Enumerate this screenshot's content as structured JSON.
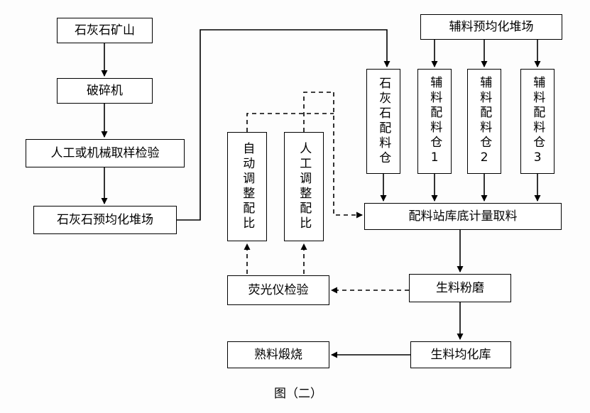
{
  "diagram": {
    "caption": "图（二）",
    "colors": {
      "line": "#000000",
      "box_border": "#000000",
      "background": "#ffffff"
    },
    "nodes": {
      "limestone_mine": "石灰石矿山",
      "crusher": "破碎机",
      "sampling_inspection": "人工或机械取样检验",
      "limestone_preblending_yard": "石灰石预均化堆场",
      "auxiliary_preblending_yard": "辅料预均化堆场",
      "limestone_batching_silo": "石灰石配料仓",
      "auxiliary_batching_silo_1": "辅料配料仓1",
      "auxiliary_batching_silo_2": "辅料配料仓2",
      "auxiliary_batching_silo_3": "辅料配料仓3",
      "batching_station": "配料站库底计量取料",
      "auto_ratio_adjustment": "自动调整配比",
      "manual_ratio_adjustment": "人工调整配比",
      "xrf_inspection": "荧光仪检验",
      "raw_meal_grinding": "生料粉磨",
      "raw_meal_homogenizing_silo": "生料均化库",
      "clinker_calcination": "熟料煅烧"
    },
    "edges": [
      {
        "from": "limestone_mine",
        "to": "crusher",
        "style": "solid"
      },
      {
        "from": "crusher",
        "to": "sampling_inspection",
        "style": "solid"
      },
      {
        "from": "sampling_inspection",
        "to": "limestone_preblending_yard",
        "style": "solid"
      },
      {
        "from": "limestone_preblending_yard",
        "to": "limestone_batching_silo",
        "style": "solid"
      },
      {
        "from": "auxiliary_preblending_yard",
        "to": "auxiliary_batching_silo_1",
        "style": "solid"
      },
      {
        "from": "auxiliary_preblending_yard",
        "to": "auxiliary_batching_silo_2",
        "style": "solid"
      },
      {
        "from": "auxiliary_preblending_yard",
        "to": "auxiliary_batching_silo_3",
        "style": "solid"
      },
      {
        "from": "limestone_batching_silo",
        "to": "batching_station",
        "style": "solid"
      },
      {
        "from": "auxiliary_batching_silo_1",
        "to": "batching_station",
        "style": "solid"
      },
      {
        "from": "auxiliary_batching_silo_2",
        "to": "batching_station",
        "style": "solid"
      },
      {
        "from": "auxiliary_batching_silo_3",
        "to": "batching_station",
        "style": "solid"
      },
      {
        "from": "batching_station",
        "to": "raw_meal_grinding",
        "style": "solid"
      },
      {
        "from": "raw_meal_grinding",
        "to": "raw_meal_homogenizing_silo",
        "style": "solid"
      },
      {
        "from": "raw_meal_homogenizing_silo",
        "to": "clinker_calcination",
        "style": "solid"
      },
      {
        "from": "raw_meal_grinding",
        "to": "xrf_inspection",
        "style": "dashed"
      },
      {
        "from": "xrf_inspection",
        "to": "auto_ratio_adjustment",
        "style": "dashed"
      },
      {
        "from": "xrf_inspection",
        "to": "manual_ratio_adjustment",
        "style": "dashed"
      },
      {
        "from": "auto_ratio_adjustment",
        "to": "batching_station",
        "style": "dashed"
      },
      {
        "from": "manual_ratio_adjustment",
        "to": "batching_station",
        "style": "dashed"
      }
    ]
  }
}
